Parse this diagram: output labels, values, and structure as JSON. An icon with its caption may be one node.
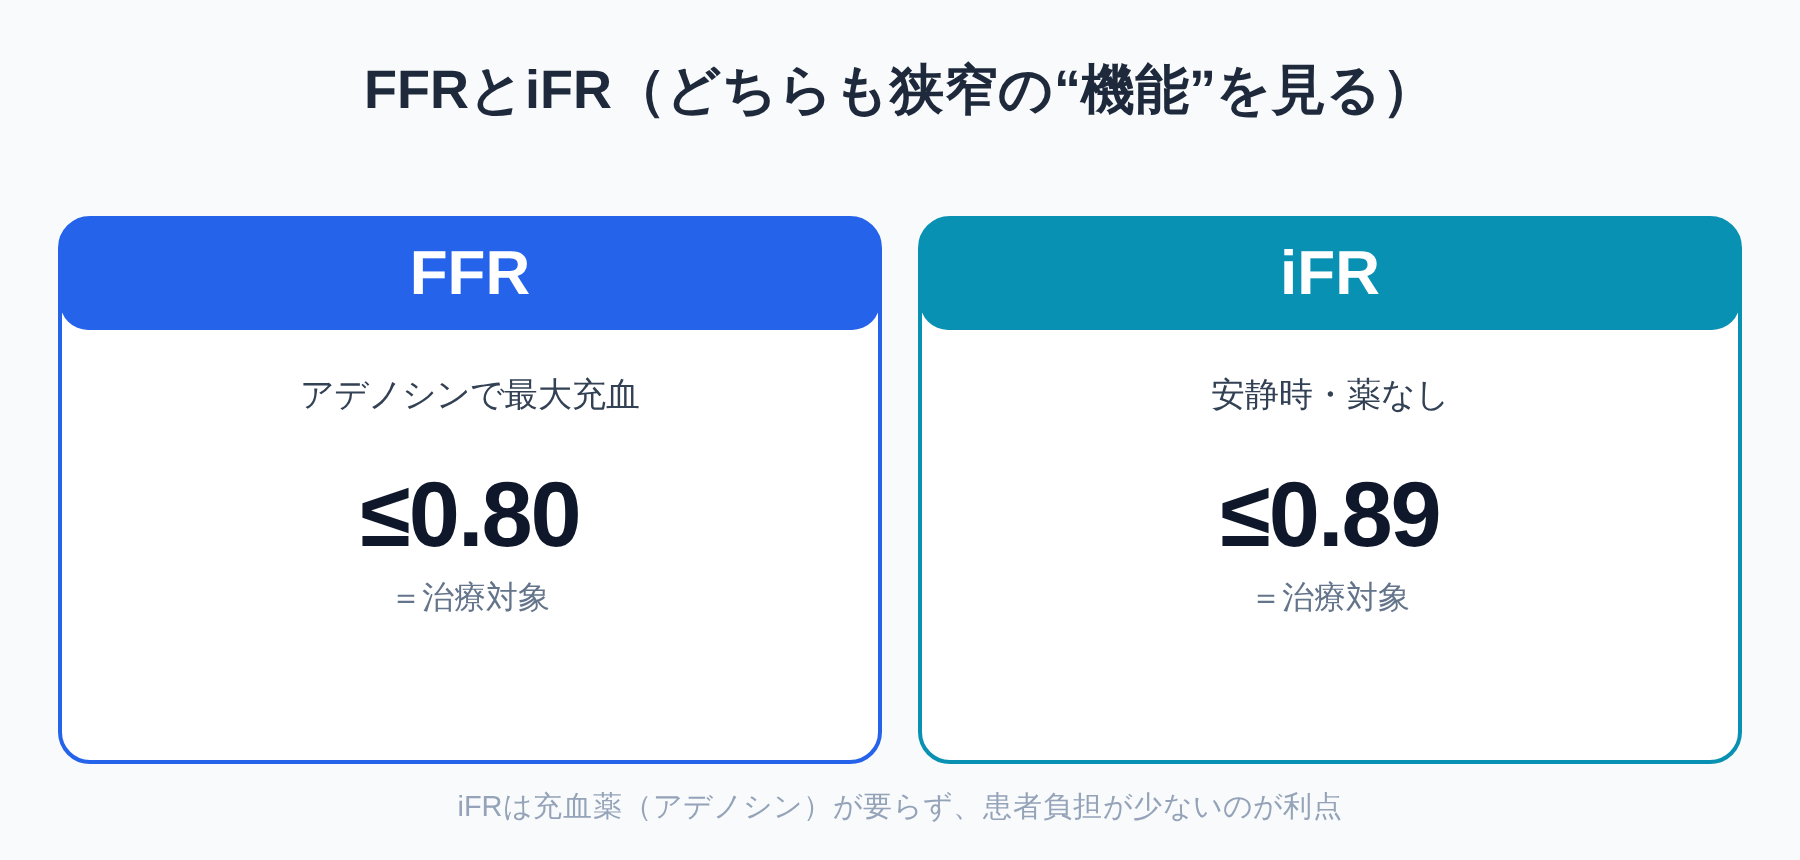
{
  "diagram": {
    "title": "FFRとiFR（どちらも狭窄の“機能”を見る）",
    "nodes": [
      {
        "text": [
          "FFR",
          "アデノシンで最大充血",
          "≤0.80",
          "＝治療対象"
        ]
      },
      {
        "text": [
          "iFR",
          "安静時・薬なし",
          "≤0.89",
          "＝治療対象"
        ]
      }
    ],
    "caption": "iFRは充血薬（アデノシン）が要らず、患者負担が少ないのが利点"
  }
}
